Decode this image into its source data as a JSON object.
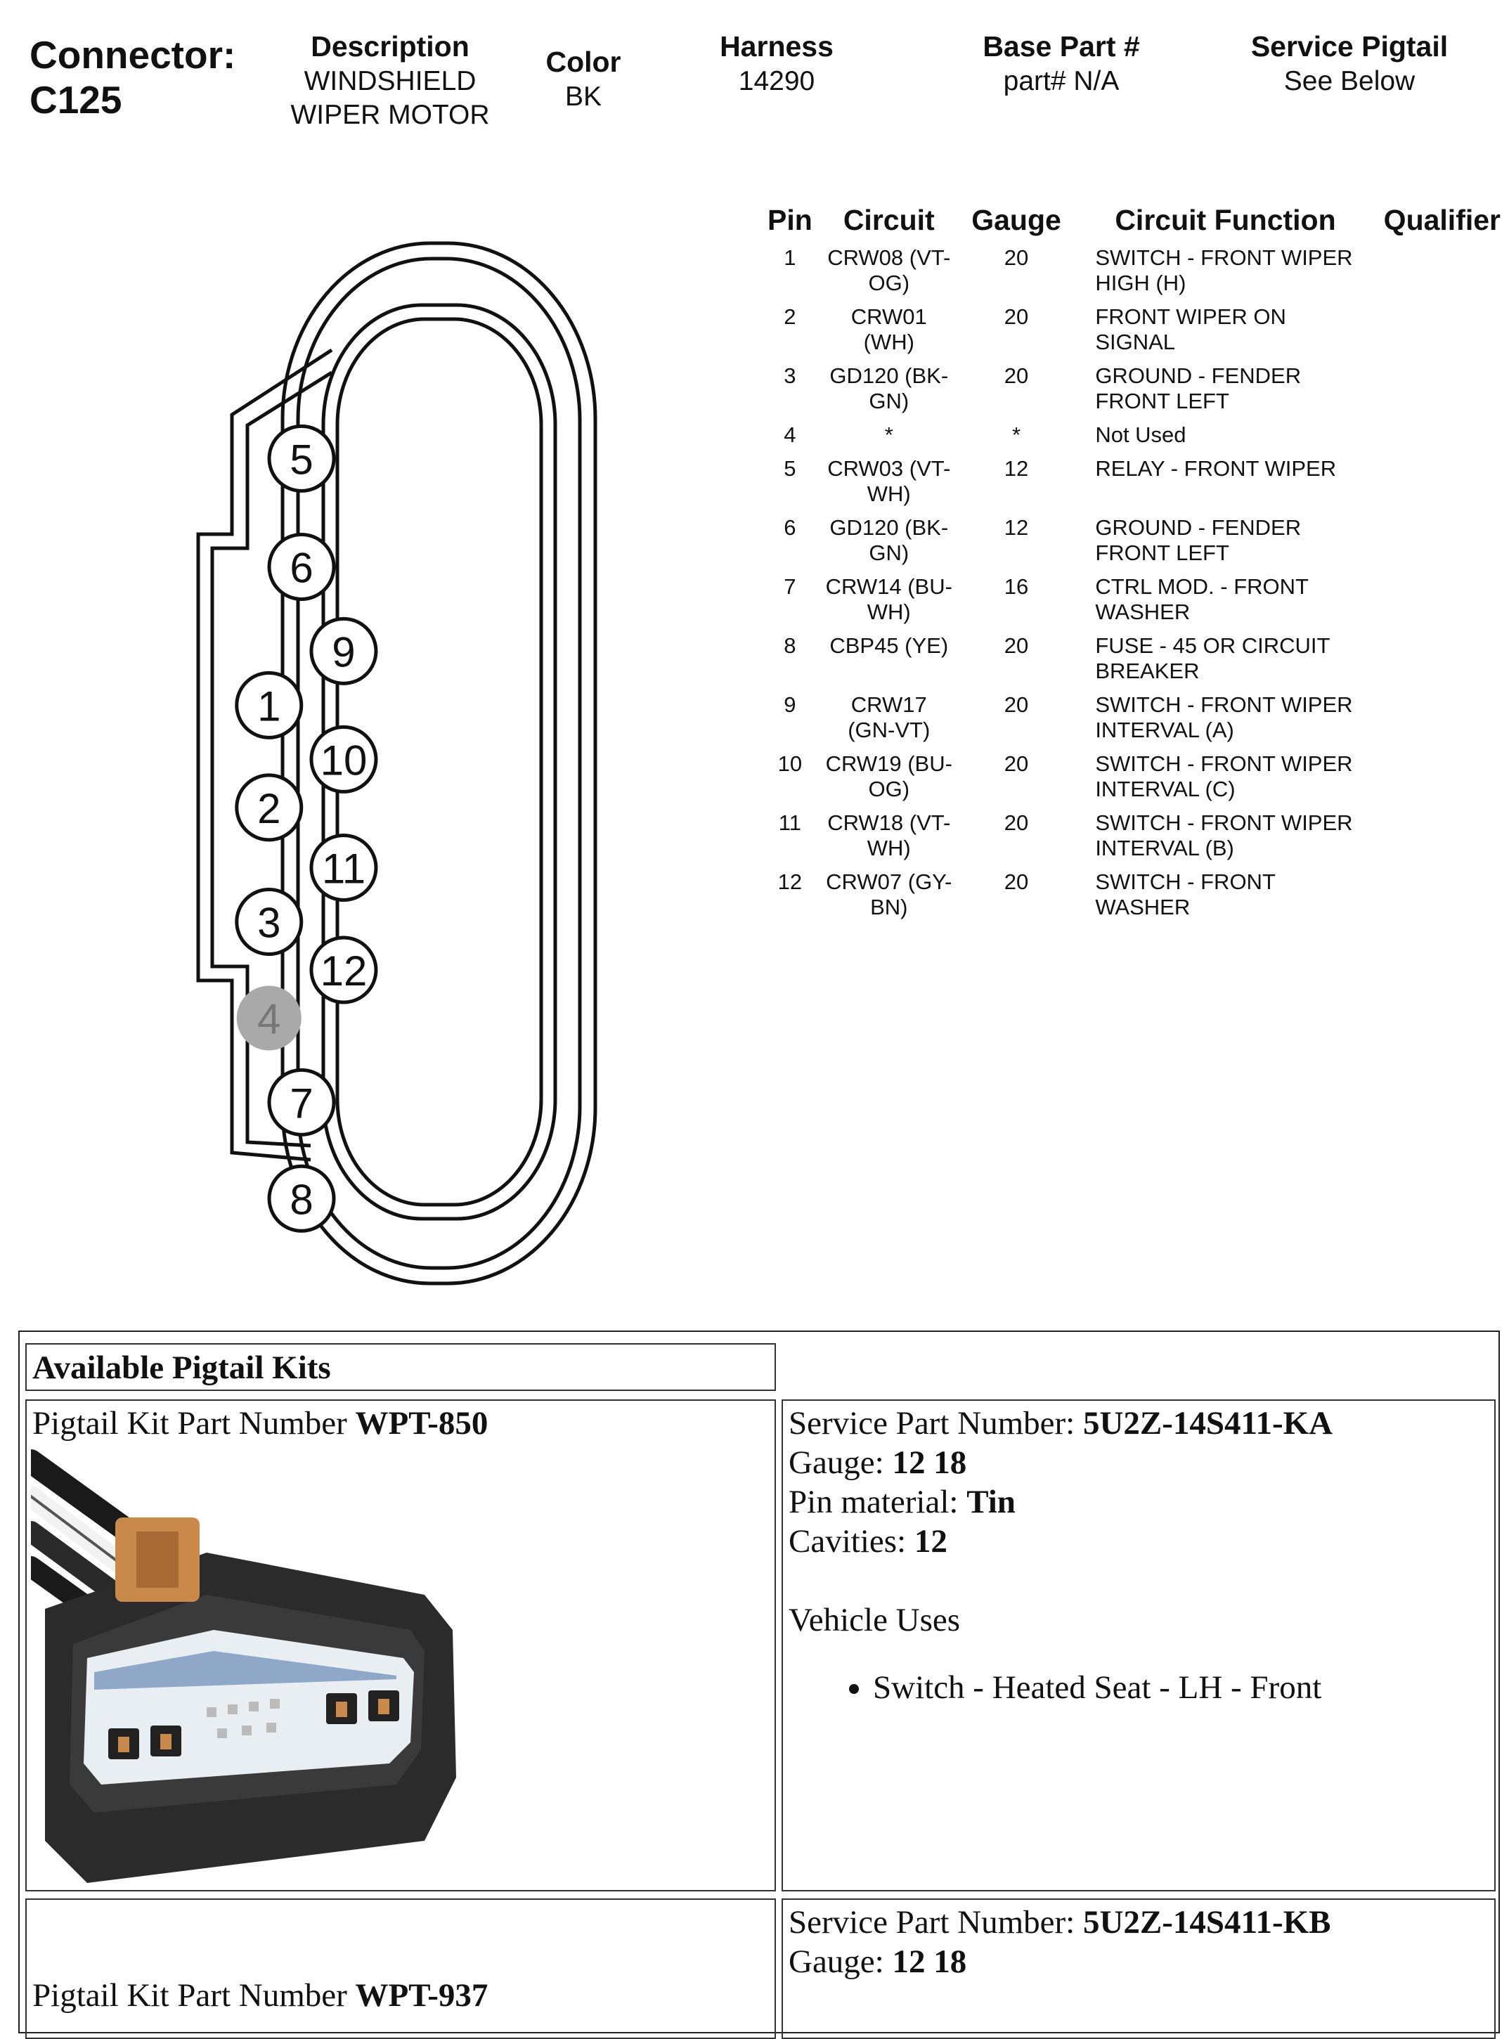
{
  "connector": {
    "label": "Connector:",
    "id": "C125"
  },
  "header": {
    "description": {
      "label": "Description",
      "value": "WINDSHIELD\nWIPER MOTOR"
    },
    "color": {
      "label": "Color",
      "value": "BK"
    },
    "harness": {
      "label": "Harness",
      "value": "14290"
    },
    "base_part": {
      "label": "Base Part #",
      "value": "part# N/A"
    },
    "service_pigtail": {
      "label": "Service Pigtail",
      "value": "See Below"
    }
  },
  "pin_table": {
    "columns": [
      "Pin",
      "Circuit",
      "Gauge",
      "Circuit Function",
      "Qualifier"
    ],
    "rows": [
      {
        "pin": "1",
        "circuit": "CRW08 (VT-OG)",
        "gauge": "20",
        "function": "SWITCH - FRONT WIPER HIGH (H)",
        "qualifier": ""
      },
      {
        "pin": "2",
        "circuit": "CRW01 (WH)",
        "gauge": "20",
        "function": "FRONT WIPER ON SIGNAL",
        "qualifier": ""
      },
      {
        "pin": "3",
        "circuit": "GD120 (BK-GN)",
        "gauge": "20",
        "function": "GROUND - FENDER FRONT LEFT",
        "qualifier": ""
      },
      {
        "pin": "4",
        "circuit": "*",
        "gauge": "*",
        "function": "Not Used",
        "qualifier": ""
      },
      {
        "pin": "5",
        "circuit": "CRW03 (VT-WH)",
        "gauge": "12",
        "function": "RELAY - FRONT WIPER",
        "qualifier": ""
      },
      {
        "pin": "6",
        "circuit": "GD120 (BK-GN)",
        "gauge": "12",
        "function": "GROUND - FENDER FRONT LEFT",
        "qualifier": ""
      },
      {
        "pin": "7",
        "circuit": "CRW14 (BU-WH)",
        "gauge": "16",
        "function": "CTRL MOD. - FRONT WASHER",
        "qualifier": ""
      },
      {
        "pin": "8",
        "circuit": "CBP45 (YE)",
        "gauge": "20",
        "function": "FUSE - 45 OR CIRCUIT BREAKER",
        "qualifier": ""
      },
      {
        "pin": "9",
        "circuit": "CRW17 (GN-VT)",
        "gauge": "20",
        "function": "SWITCH - FRONT WIPER INTERVAL (A)",
        "qualifier": ""
      },
      {
        "pin": "10",
        "circuit": "CRW19 (BU-OG)",
        "gauge": "20",
        "function": "SWITCH - FRONT WIPER INTERVAL (C)",
        "qualifier": ""
      },
      {
        "pin": "11",
        "circuit": "CRW18 (VT-WH)",
        "gauge": "20",
        "function": "SWITCH - FRONT WIPER INTERVAL (B)",
        "qualifier": ""
      },
      {
        "pin": "12",
        "circuit": "CRW07 (GY-BN)",
        "gauge": "20",
        "function": "SWITCH - FRONT WASHER",
        "qualifier": ""
      }
    ]
  },
  "connector_pins": [
    {
      "label": "5"
    },
    {
      "label": "6"
    },
    {
      "label": "9"
    },
    {
      "label": "1"
    },
    {
      "label": "10"
    },
    {
      "label": "2"
    },
    {
      "label": "11"
    },
    {
      "label": "3"
    },
    {
      "label": "12"
    },
    {
      "label": "4",
      "unused": true
    },
    {
      "label": "7"
    },
    {
      "label": "8"
    }
  ],
  "pigtail": {
    "heading": "Available Pigtail Kits",
    "kits": [
      {
        "kit_label": "Pigtail Kit Part Number",
        "kit_number": "WPT-850",
        "service_label": "Service Part Number:",
        "service_number": "5U2Z-14S411-KA",
        "gauge_label": "Gauge:",
        "gauge": "12 18",
        "pin_material_label": "Pin material:",
        "pin_material": "Tin",
        "cavities_label": "Cavities:",
        "cavities": "12",
        "uses_label": "Vehicle Uses",
        "uses": [
          "Switch - Heated Seat - LH - Front"
        ]
      },
      {
        "kit_label": "Pigtail Kit Part Number",
        "kit_number": "WPT-937",
        "service_label": "Service Part Number:",
        "service_number": "5U2Z-14S411-KB",
        "gauge_label": "Gauge:",
        "gauge": "12 18"
      }
    ]
  },
  "colors": {
    "unused_pin": "#a9a9a9",
    "outline": "#111111",
    "text": "#111111"
  }
}
